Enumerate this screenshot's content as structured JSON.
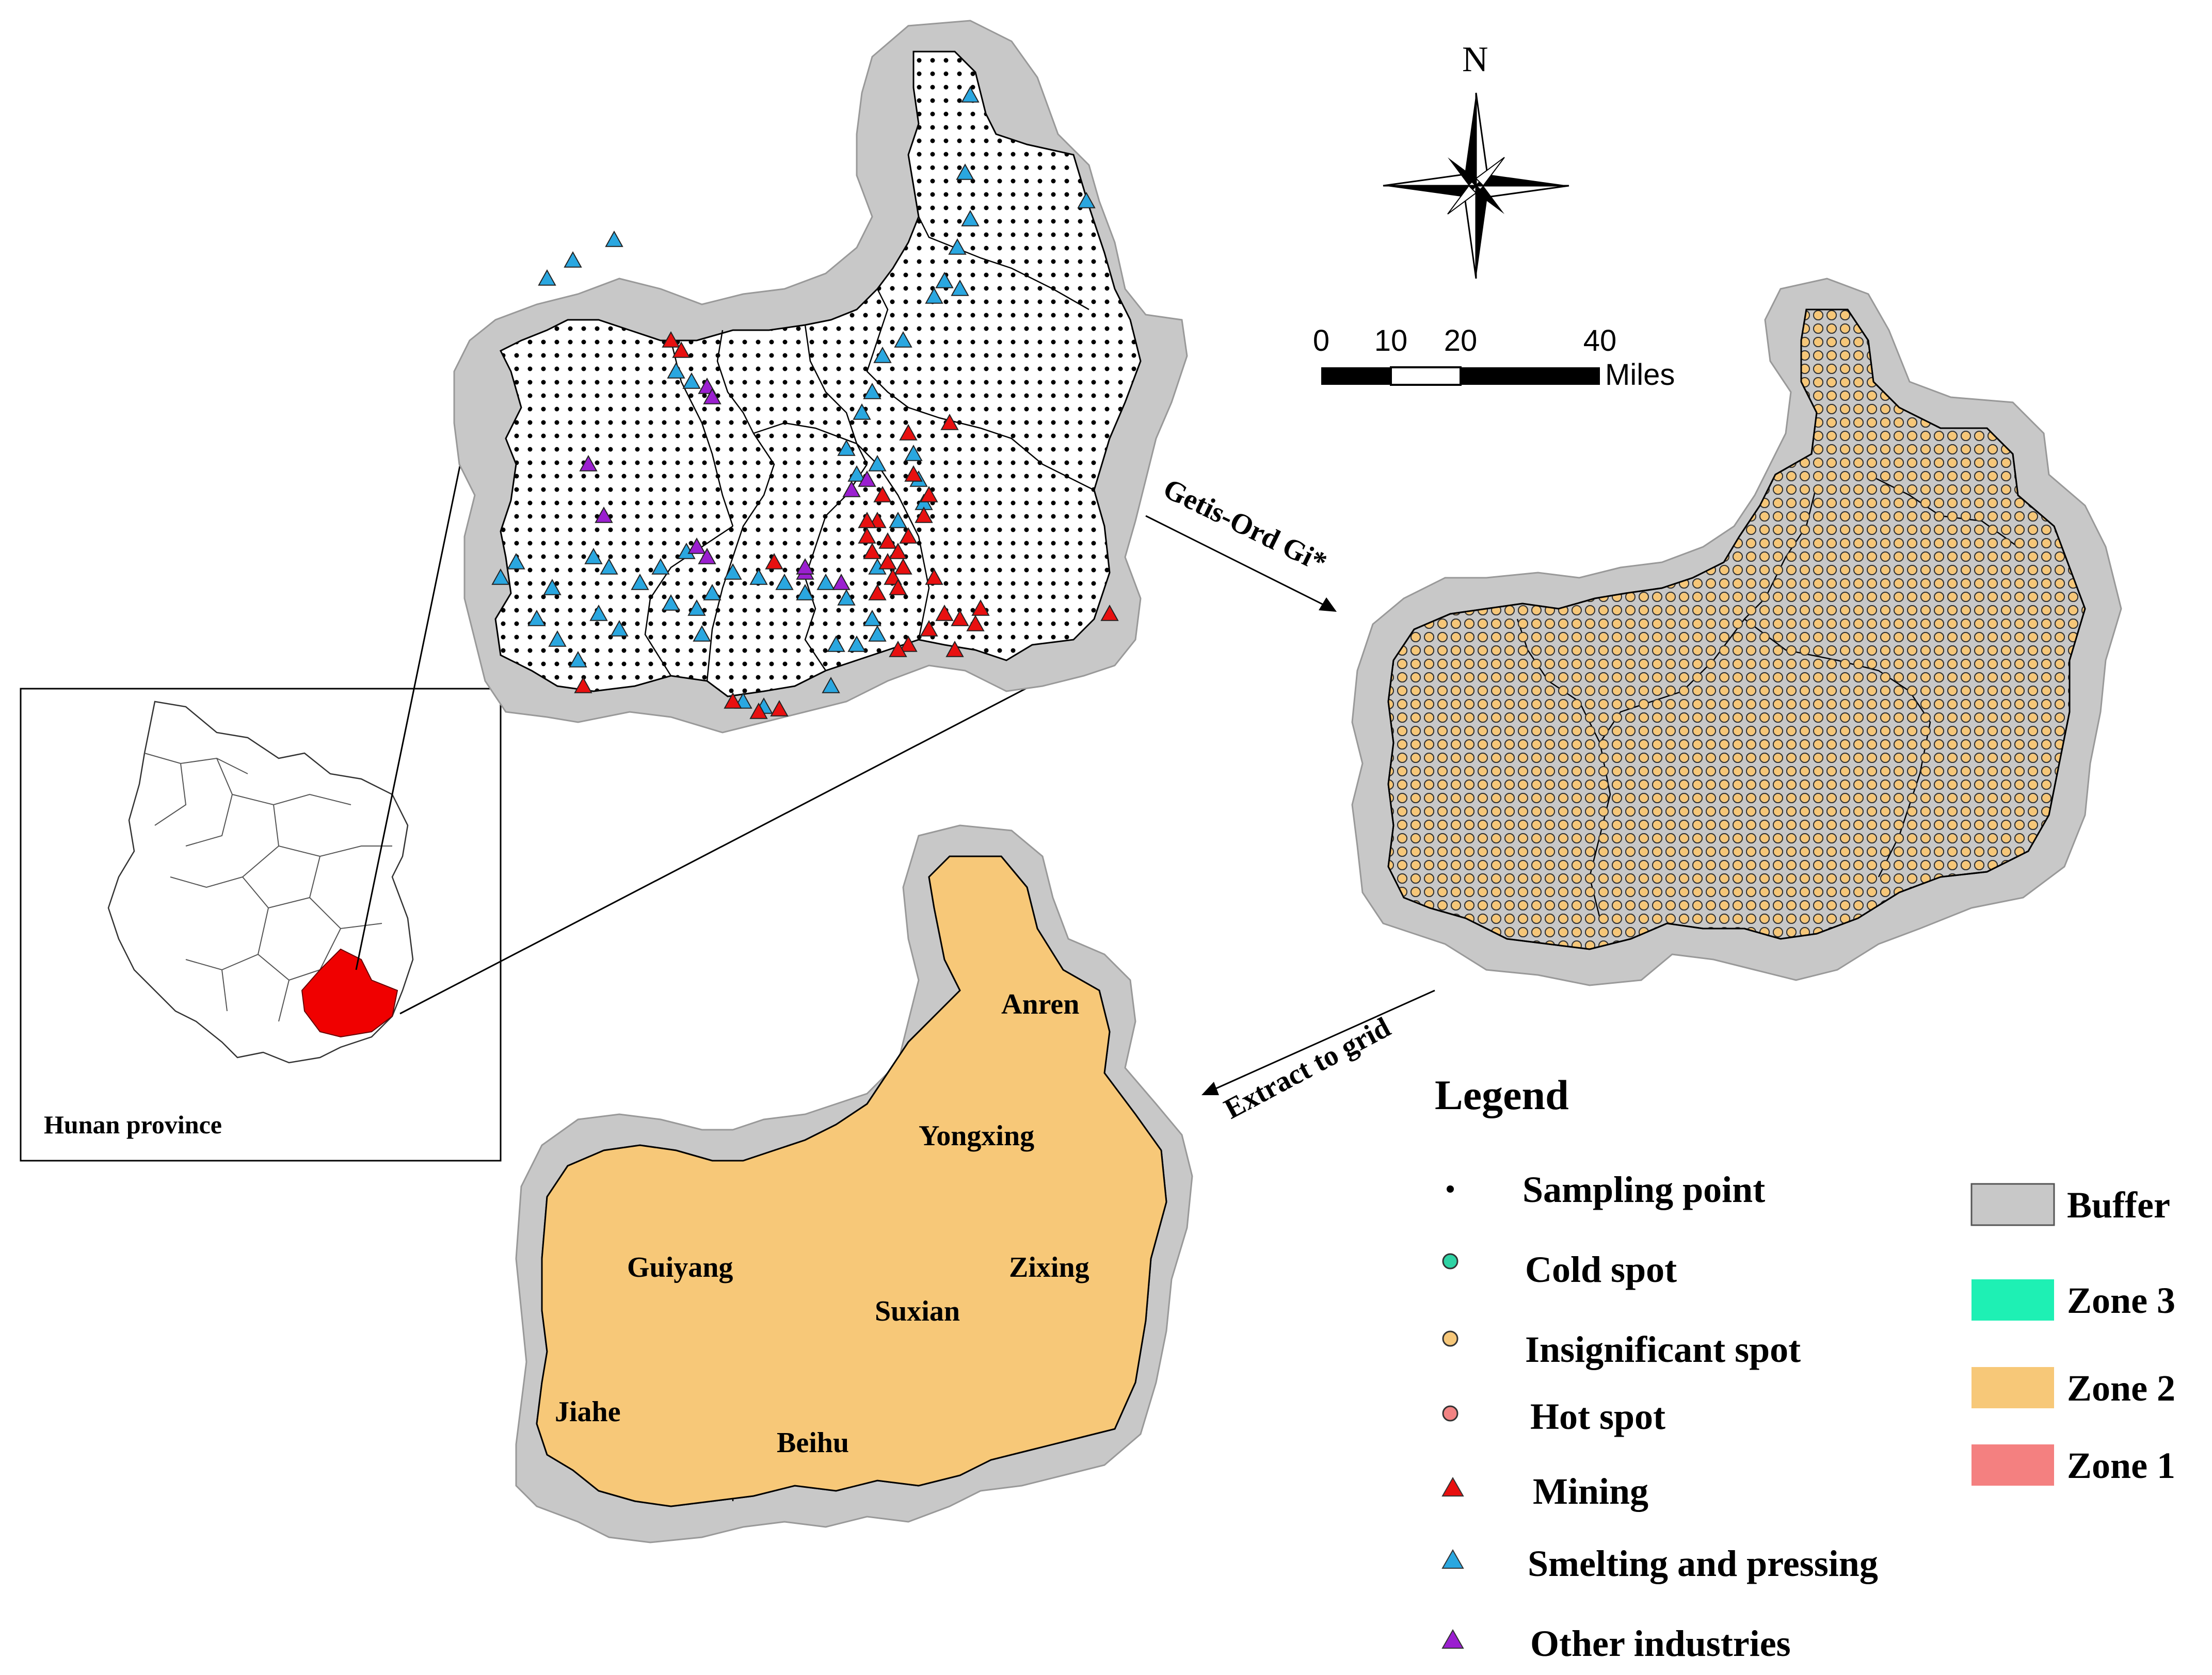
{
  "inset": {
    "label": "Hunan province"
  },
  "compass": {
    "north_label": "N"
  },
  "scale_bar": {
    "ticks": [
      "0",
      "10",
      "20",
      "40"
    ],
    "unit": "Miles"
  },
  "arrows": {
    "first": "Getis-Ord Gi*",
    "second": "Extract to grid"
  },
  "regions": [
    "Anren",
    "Yongxing",
    "Guiyang",
    "Zixing",
    "Suxian",
    "Jiahe",
    "Beihu"
  ],
  "legend": {
    "title": "Legend",
    "symbols": [
      {
        "label": "Sampling point",
        "icon": "dot",
        "color": "#000000"
      },
      {
        "label": "Cold spot",
        "icon": "circle",
        "color": "#2ed3a4"
      },
      {
        "label": "Insignificant spot",
        "icon": "circle",
        "color": "#f6c779"
      },
      {
        "label": "Hot spot",
        "icon": "circle",
        "color": "#f28383"
      },
      {
        "label": "Mining",
        "icon": "triangle",
        "color": "#e81010"
      },
      {
        "label": "Smelting and pressing",
        "icon": "triangle",
        "color": "#2aa7e0"
      },
      {
        "label": "Other industries",
        "icon": "triangle",
        "color": "#9b1fd0"
      }
    ],
    "zones": [
      {
        "label": "Buffer",
        "color": "#c8c8c8"
      },
      {
        "label": "Zone 3",
        "color": "#1ef0b4"
      },
      {
        "label": "Zone 2",
        "color": "#f7c878"
      },
      {
        "label": "Zone 1",
        "color": "#f48080"
      }
    ]
  }
}
